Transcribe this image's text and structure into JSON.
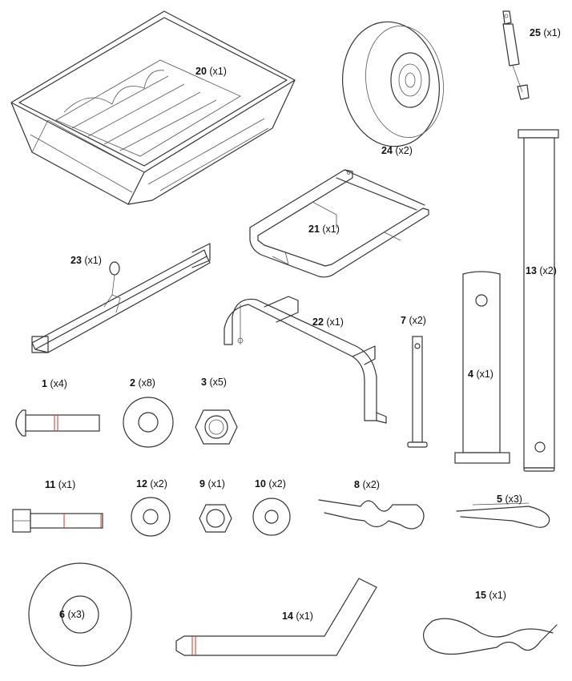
{
  "parts": [
    {
      "id": "part-20",
      "number": "20",
      "qty": "(x1)"
    },
    {
      "id": "part-24",
      "number": "24",
      "qty": "(x2)"
    },
    {
      "id": "part-25",
      "number": "25",
      "qty": "(x1)"
    },
    {
      "id": "part-21",
      "number": "21",
      "qty": "(x1)"
    },
    {
      "id": "part-13",
      "number": "13",
      "qty": "(x2)"
    },
    {
      "id": "part-23",
      "number": "23",
      "qty": "(x1)"
    },
    {
      "id": "part-22",
      "number": "22",
      "qty": "(x1)"
    },
    {
      "id": "part-7",
      "number": "7",
      "qty": "(x2)"
    },
    {
      "id": "part-4",
      "number": "4",
      "qty": "(x1)"
    },
    {
      "id": "part-1",
      "number": "1",
      "qty": "(x4)"
    },
    {
      "id": "part-2",
      "number": "2",
      "qty": "(x8)"
    },
    {
      "id": "part-3",
      "number": "3",
      "qty": "(x5)"
    },
    {
      "id": "part-11",
      "number": "11",
      "qty": "(x1)"
    },
    {
      "id": "part-12",
      "number": "12",
      "qty": "(x2)"
    },
    {
      "id": "part-9",
      "number": "9",
      "qty": "(x1)"
    },
    {
      "id": "part-10",
      "number": "10",
      "qty": "(x2)"
    },
    {
      "id": "part-8",
      "number": "8",
      "qty": "(x2)"
    },
    {
      "id": "part-5",
      "number": "5",
      "qty": "(x3)"
    },
    {
      "id": "part-6",
      "number": "6",
      "qty": "(x3)"
    },
    {
      "id": "part-14",
      "number": "14",
      "qty": "(x1)"
    },
    {
      "id": "part-15",
      "number": "15",
      "qty": "(x1)"
    }
  ]
}
